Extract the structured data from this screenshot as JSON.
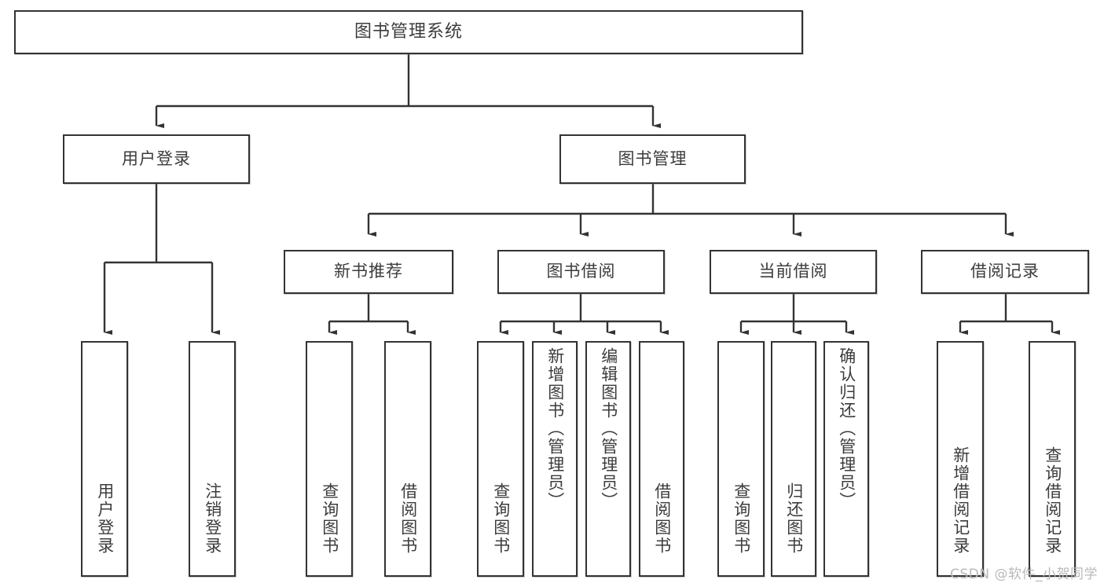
{
  "diagram": {
    "type": "tree",
    "title": "图书管理系统",
    "watermark": "CSDN @软件_小贺同学",
    "colors": {
      "border": "#333333",
      "text": "#3c3c3c",
      "background": "#ffffff",
      "watermark": "#b9b9b9"
    },
    "root": {
      "label": "图书管理系统"
    },
    "level2": [
      {
        "label": "用户登录"
      },
      {
        "label": "图书管理"
      }
    ],
    "level3": [
      {
        "label": "新书推荐"
      },
      {
        "label": "图书借阅"
      },
      {
        "label": "当前借阅"
      },
      {
        "label": "借阅记录"
      }
    ],
    "leaves": {
      "user_login": [
        {
          "label": "用户登录"
        },
        {
          "label": "注销登录"
        }
      ],
      "new_book_recommend": [
        {
          "label": "查询图书"
        },
        {
          "label": "借阅图书"
        }
      ],
      "book_borrow": [
        {
          "label": "查询图书"
        },
        {
          "label": "新增图书（管理员）"
        },
        {
          "label": "编辑图书（管理员）"
        },
        {
          "label": "借阅图书"
        }
      ],
      "current_borrow": [
        {
          "label": "查询图书"
        },
        {
          "label": "归还图书"
        },
        {
          "label": "确认归还（管理员）"
        }
      ],
      "borrow_record": [
        {
          "label": "新增借阅记录"
        },
        {
          "label": "查询借阅记录"
        }
      ]
    }
  }
}
